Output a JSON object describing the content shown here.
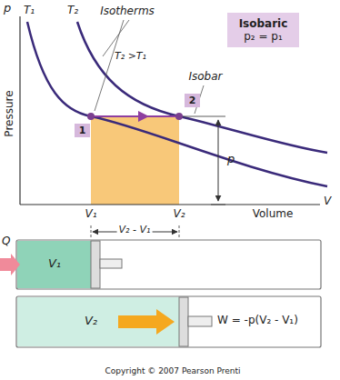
{
  "diagram": {
    "nodes": [
      {
        "text": [
          "Isobaric",
          "p₂ = p₁"
        ]
      },
      {
        "text": [
          "1"
        ]
      },
      {
        "text": [
          "2"
        ]
      }
    ],
    "labels": [
      "p",
      "T₁",
      "T₂",
      "Isotherms",
      "T₂ >T₁",
      "Isobar",
      "Pressure",
      "p",
      "V",
      "Volume",
      "V₁",
      "V₂",
      "V₂ - V₁",
      "Q",
      "V₁",
      "V₂",
      "W = -p(V₂ - V₁)",
      "Copyright © 2007 Pearson Prenti"
    ]
  }
}
